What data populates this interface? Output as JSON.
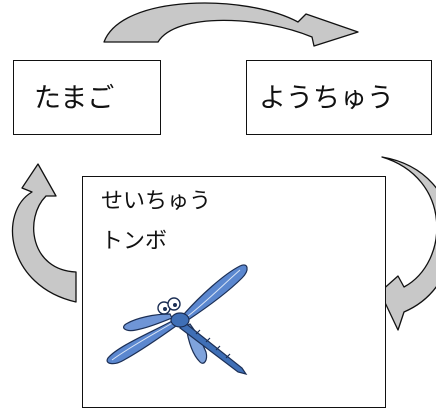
{
  "stages": {
    "egg": "たまご",
    "larva": "ようちゅう",
    "adult": {
      "line1": "せいちゅう",
      "line2": "トンボ"
    }
  },
  "icons": {
    "cycle_arrows": "curved-arrow-icon",
    "insect": "dragonfly-icon"
  },
  "colors": {
    "arrow_fill": "#c8c8c8",
    "outline": "#111111",
    "wing_blue": "#5b87cf",
    "body_blue": "#3f6fb6"
  }
}
